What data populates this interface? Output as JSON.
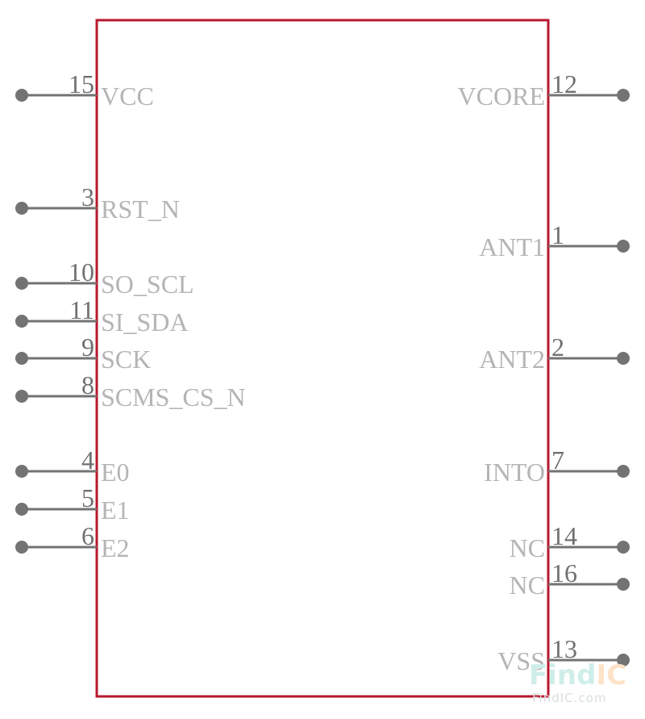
{
  "component": {
    "body_color": "#b8182e",
    "pin_color": "#737373",
    "label_color": "#b5b5b5",
    "number_color": "#707070"
  },
  "left_pins": [
    {
      "number": "15",
      "label": "VCC"
    },
    {
      "number": "3",
      "label": "RST_N"
    },
    {
      "number": "10",
      "label": "SO_SCL"
    },
    {
      "number": "11",
      "label": "SI_SDA"
    },
    {
      "number": "9",
      "label": "SCK"
    },
    {
      "number": "8",
      "label": "SCMS_CS_N"
    },
    {
      "number": "4",
      "label": "E0"
    },
    {
      "number": "5",
      "label": "E1"
    },
    {
      "number": "6",
      "label": "E2"
    }
  ],
  "right_pins": [
    {
      "number": "12",
      "label": "VCORE"
    },
    {
      "number": "1",
      "label": "ANT1"
    },
    {
      "number": "2",
      "label": "ANT2"
    },
    {
      "number": "7",
      "label": "INTO"
    },
    {
      "number": "14",
      "label": "NC"
    },
    {
      "number": "16",
      "label": "NC"
    },
    {
      "number": "13",
      "label": "VSS"
    }
  ],
  "watermark": {
    "part1": "Find",
    "part2": "IC",
    "sub": "FindIC.com",
    "color1": "#cfeee9",
    "color2": "#fde2c8"
  }
}
